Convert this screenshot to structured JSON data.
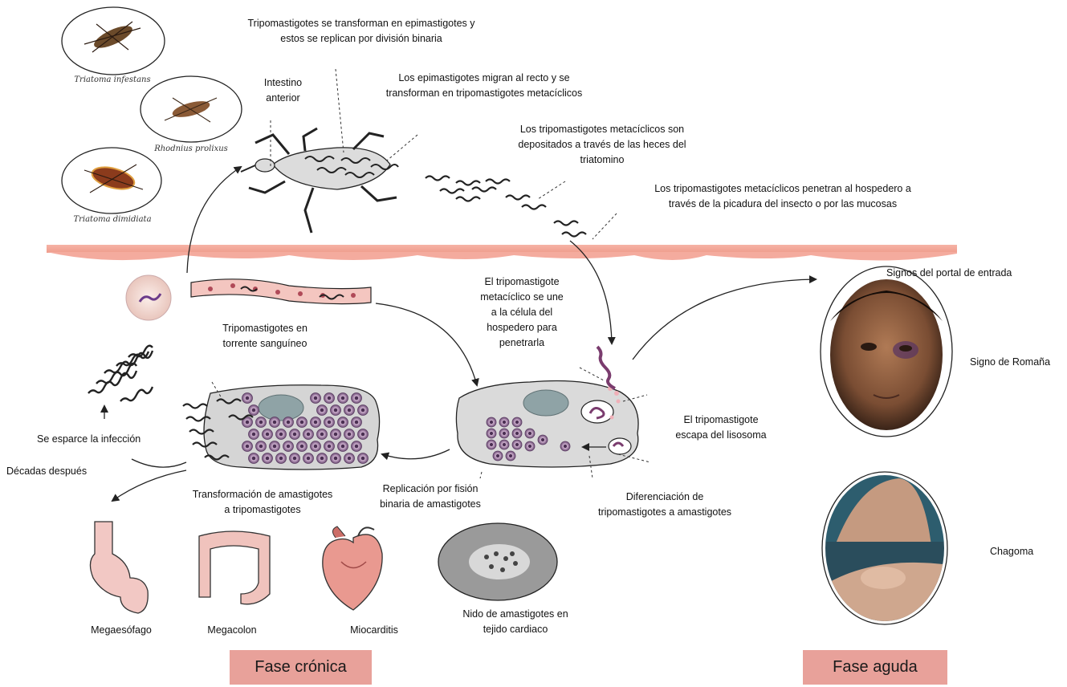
{
  "insects": [
    {
      "name": "Triatoma infestans"
    },
    {
      "name": "Rhodnius prolixus"
    },
    {
      "name": "Triatoma dimidiata"
    }
  ],
  "labels": {
    "tripo_epi": [
      "Tripomastigotes se transforman en epimastigotes y",
      "estos se replican por división binaria"
    ],
    "intestino": [
      "Intestino",
      "anterior"
    ],
    "epi_recto": [
      "Los epimastigotes migran al recto y se",
      "transforman en tripomastigotes metacíclicos"
    ],
    "heces": [
      "Los tripomastigotes metacíclicos  son",
      "depositados a través de las heces del",
      "triatomino"
    ],
    "penetran": [
      "Los tripomastigotes metacíclicos  penetran al hospedero a",
      "través de la picadura del insecto o por las mucosas"
    ],
    "portal": "Signos del portal de entrada",
    "une": [
      "El tripomastigote",
      "metacíclico se une",
      "a la célula del",
      "hospedero para",
      "penetrarla"
    ],
    "torrente": [
      "Tripomastigotes en",
      "torrente sanguíneo"
    ],
    "romana": "Signo de Romaña",
    "escapa": [
      "El tripomastigote",
      "escapa del lisosoma"
    ],
    "esparce": "Se esparce la infección",
    "decadas": "Décadas después",
    "transformacion": [
      "Transformación de amastigotes",
      "a tripomastigotes"
    ],
    "replicacion": [
      "Replicación por fisión",
      "binaria de amastigotes"
    ],
    "diferenciacion": [
      "Diferenciación de",
      "tripomastigotes  a amastigotes"
    ],
    "chagoma": "Chagoma",
    "nido": [
      "Nido de amastigotes en",
      "tejido cardiaco"
    ],
    "megaesofago": "Megaesófago",
    "megacolon": "Megacolon",
    "miocarditis": "Miocarditis"
  },
  "phases": {
    "cronica": "Fase crónica",
    "aguda": "Fase aguda"
  },
  "colors": {
    "skin": "#f2a89c",
    "phase_bg": "#e8a19a",
    "cell_fill": "#dcdcdc",
    "amastigote": "#8e6f95",
    "nucleus": "#8fa3a6",
    "vessel": "#c98f8c"
  }
}
